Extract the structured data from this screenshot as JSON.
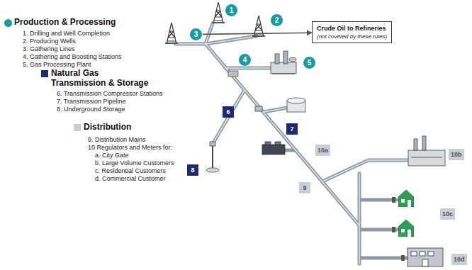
{
  "diagram": {
    "nodes": [
      {
        "text": [
          "1"
        ]
      },
      {
        "text": [
          "2"
        ]
      },
      {
        "text": [
          "3"
        ]
      },
      {
        "text": [
          "Crude Oil to Refineries",
          "(not covered by these rules)"
        ]
      },
      {
        "text": [
          "4"
        ]
      },
      {
        "text": [
          "5"
        ]
      },
      {
        "text": [
          "6"
        ]
      },
      {
        "text": [
          "7"
        ]
      },
      {
        "text": [
          "10a"
        ]
      },
      {
        "text": [
          "10b"
        ]
      },
      {
        "text": [
          "8"
        ]
      },
      {
        "text": [
          "9"
        ]
      },
      {
        "text": [
          "10c"
        ]
      },
      {
        "text": [
          "10d"
        ]
      }
    ],
    "edges": [
      {
        "from": 2,
        "to": 3,
        "arrow": "to"
      }
    ],
    "labels": [
      "1. Drilling and Well Completion",
      "2. Producing Wells",
      "3. Gathering Lines",
      "4. Gathering and Boosting Stations",
      "5. Gas Processing Plant",
      "6. Transmission Compressor Stations",
      "7. Transmission Pipeline",
      "8. Underground Storage",
      "9. Distribution Mains",
      "10 Regulators and Meters for:",
      "a. City Gate",
      "b. Large Volume Customers",
      "c. Residential Customers",
      "d. Commercial Customer"
    ],
    "legend": [
      {
        "text": "Production & Processing",
        "color": "#1a9ba0"
      },
      {
        "text": "Natural Gas Transmission & Storage",
        "color": "#1f2a6e"
      },
      {
        "text": "Distribution",
        "color": "#c9ced3"
      }
    ]
  }
}
